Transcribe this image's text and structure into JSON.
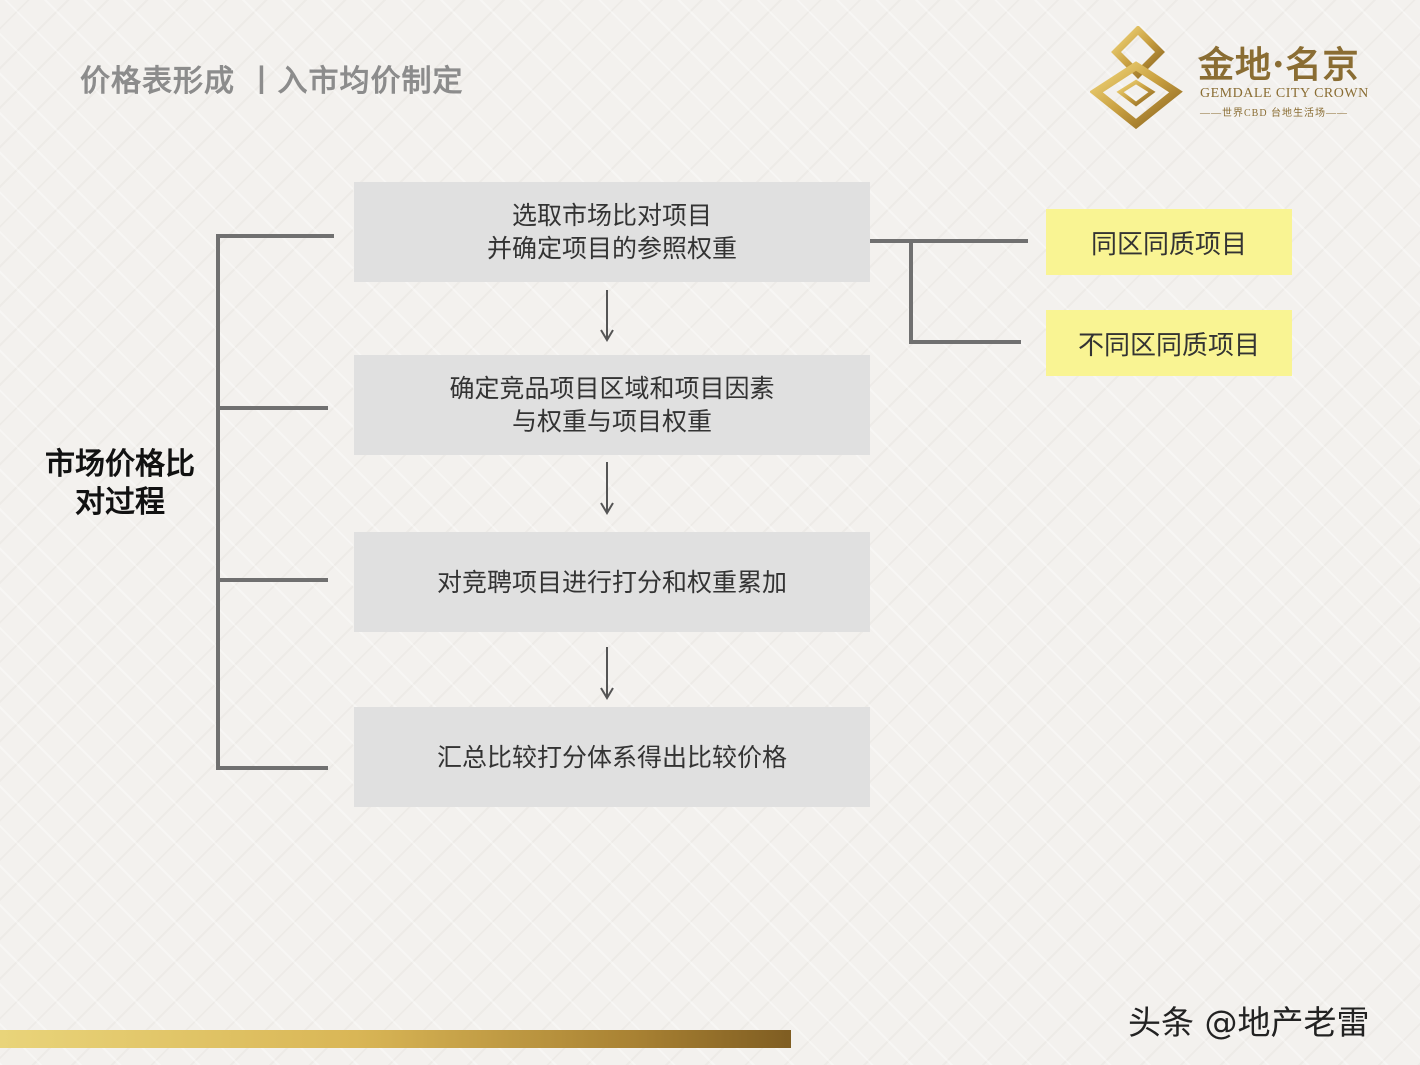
{
  "header": {
    "title": "价格表形成 丨入市均价制定"
  },
  "logo": {
    "name_cn": "金地·名京",
    "name_en": "GEMDALE CITY CROWN",
    "tagline": "——世界CBD 台地生活场——"
  },
  "diagram": {
    "side_label_line1": "市场价格比",
    "side_label_line2": "对过程",
    "steps": [
      {
        "line1": "选取市场比对项目",
        "line2": "并确定项目的参照权重"
      },
      {
        "line1": "确定竞品项目区域和项目因素",
        "line2": "与权重与项目权重"
      },
      {
        "line1": "对竞聘项目进行打分和权重累加",
        "line2": ""
      },
      {
        "line1": "汇总比较打分体系得出比较价格",
        "line2": ""
      }
    ],
    "branches": [
      "同区同质项目",
      "不同区同质项目"
    ]
  },
  "footer": {
    "watermark": "头条 @地产老雷"
  },
  "colors": {
    "step_bg": "#e0e0e0",
    "branch_bg": "#f9f493",
    "title_gray": "#8c8c8c",
    "gold": "#b5892e",
    "connector": "#707070"
  }
}
